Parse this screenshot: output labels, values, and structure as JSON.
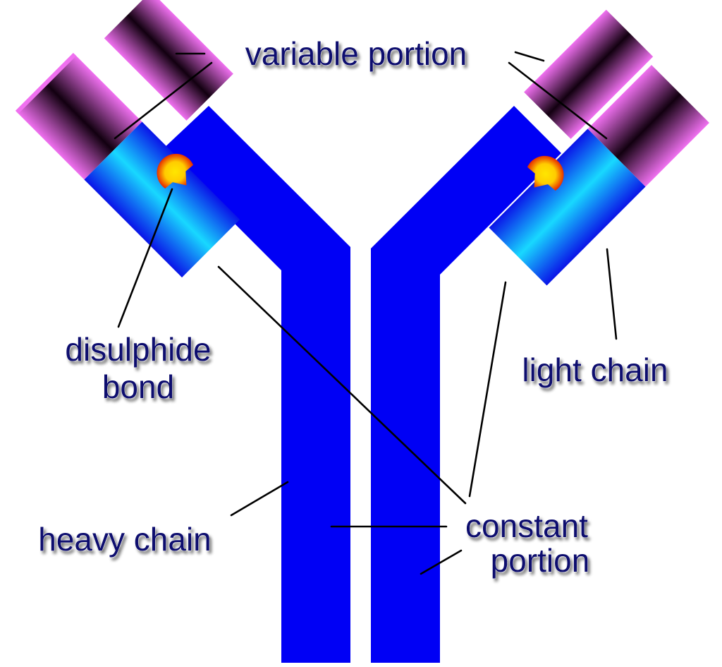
{
  "labels": {
    "variable": "variable portion",
    "disulphide_line1": "disulphide",
    "disulphide_line2": "bond",
    "light_chain": "light chain",
    "heavy_chain": "heavy chain",
    "constant_line1": "constant",
    "constant_line2": "portion"
  },
  "colors": {
    "heavy_chain": "#0000f5",
    "light_constant_edge": "#0a14e8",
    "light_constant_glow": "#18d8ff",
    "variable_edge": "#f070f0",
    "variable_core": "#120010",
    "bond_outer": "#e62a00",
    "bond_inner": "#ffe600",
    "label_text": "#0a0a6e"
  }
}
